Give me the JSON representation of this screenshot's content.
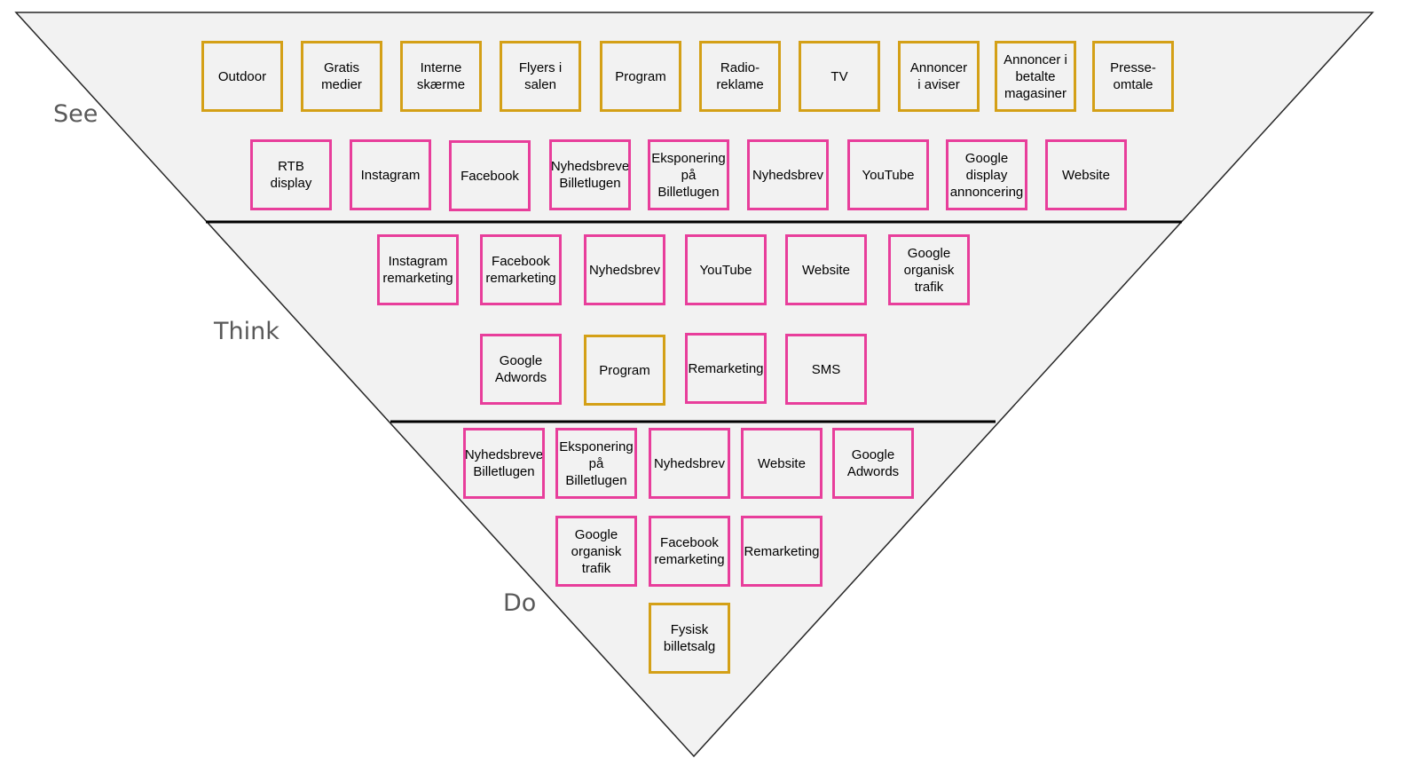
{
  "colors": {
    "funnel_fill": "#f2f2f2",
    "funnel_outline": "#262626",
    "divider": "#000000",
    "online_border": "#e83e9b",
    "offline_border": "#d4a017",
    "stage_label": "#595959"
  },
  "stages": [
    {
      "key": "see",
      "label": "See"
    },
    {
      "key": "think",
      "label": "Think"
    },
    {
      "key": "do",
      "label": "Do"
    }
  ],
  "see": {
    "row1": [
      {
        "label": "Outdoor",
        "kind": "offline"
      },
      {
        "label": "Gratis\nmedier",
        "kind": "offline"
      },
      {
        "label": "Interne\nskærme",
        "kind": "offline"
      },
      {
        "label": "Flyers i\nsalen",
        "kind": "offline"
      },
      {
        "label": "Program",
        "kind": "offline"
      },
      {
        "label": "Radio-\nreklame",
        "kind": "offline"
      },
      {
        "label": "TV",
        "kind": "offline"
      },
      {
        "label": "Annoncer\ni aviser",
        "kind": "offline"
      },
      {
        "label": "Annoncer i\nbetalte\nmagasiner",
        "kind": "offline"
      },
      {
        "label": "Presse-\nomtale",
        "kind": "offline"
      }
    ],
    "row2": [
      {
        "label": "RTB\ndisplay",
        "kind": "online"
      },
      {
        "label": "Instagram",
        "kind": "online"
      },
      {
        "label": "Facebook",
        "kind": "online"
      },
      {
        "label": "Nyhedsbreve\nBilletlugen",
        "kind": "online"
      },
      {
        "label": "Eksponering\npå\nBilletlugen",
        "kind": "online"
      },
      {
        "label": "Nyhedsbrev",
        "kind": "online"
      },
      {
        "label": "YouTube",
        "kind": "online"
      },
      {
        "label": "Google\ndisplay\nannoncering",
        "kind": "online"
      },
      {
        "label": "Website",
        "kind": "online"
      }
    ]
  },
  "think": {
    "row1": [
      {
        "label": "Instagram\nremarketing",
        "kind": "online"
      },
      {
        "label": "Facebook\nremarketing",
        "kind": "online"
      },
      {
        "label": "Nyhedsbrev",
        "kind": "online"
      },
      {
        "label": "YouTube",
        "kind": "online"
      },
      {
        "label": "Website",
        "kind": "online"
      },
      {
        "label": "Google\norganisk\ntrafik",
        "kind": "online"
      }
    ],
    "row2": [
      {
        "label": "Google\nAdwords",
        "kind": "online"
      },
      {
        "label": "Program",
        "kind": "offline"
      },
      {
        "label": "Remarketing",
        "kind": "online"
      },
      {
        "label": "SMS",
        "kind": "online"
      }
    ]
  },
  "do": {
    "row1": [
      {
        "label": "Nyhedsbreve\nBilletlugen",
        "kind": "online"
      },
      {
        "label": "Eksponering\npå\nBilletlugen",
        "kind": "online"
      },
      {
        "label": "Nyhedsbrev",
        "kind": "online"
      },
      {
        "label": "Website",
        "kind": "online"
      },
      {
        "label": "Google\nAdwords",
        "kind": "online"
      }
    ],
    "row2": [
      {
        "label": "Google\norganisk\ntrafik",
        "kind": "online"
      },
      {
        "label": "Facebook\nremarketing",
        "kind": "online"
      },
      {
        "label": "Remarketing",
        "kind": "online"
      }
    ],
    "row3": [
      {
        "label": "Fysisk\nbilletsalg",
        "kind": "offline"
      }
    ]
  }
}
